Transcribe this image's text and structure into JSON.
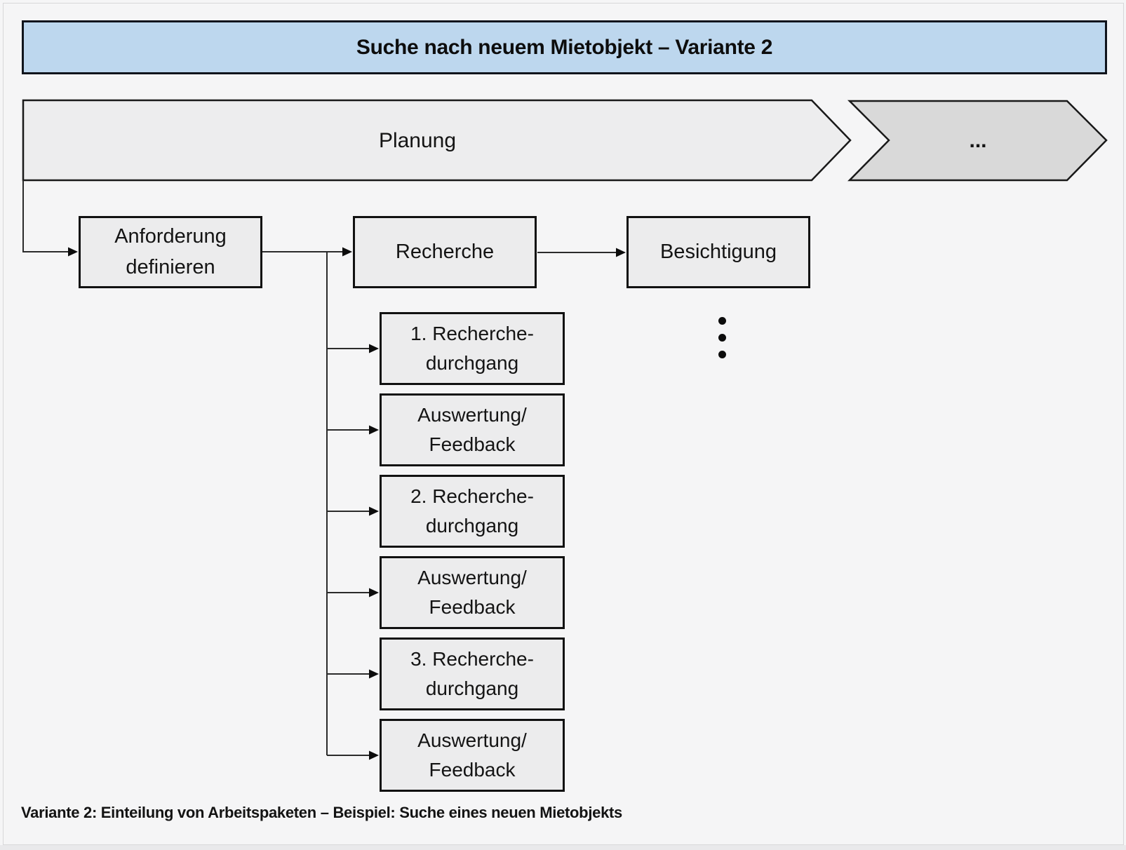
{
  "header": {
    "title": "Suche nach neuem Mietobjekt – Variante 2"
  },
  "phases": [
    {
      "label": "Planung"
    },
    {
      "label": "..."
    }
  ],
  "flow": {
    "main_steps": [
      {
        "lines": [
          "Anforderung",
          "definieren"
        ]
      },
      {
        "lines": [
          "Recherche"
        ]
      },
      {
        "lines": [
          "Besichtigung"
        ]
      }
    ],
    "sub_steps": [
      {
        "line1": "1. Recherche-",
        "line2": "durchgang"
      },
      {
        "line1": "Auswertung/",
        "line2": "Feedback"
      },
      {
        "line1": "2. Recherche-",
        "line2": "durchgang"
      },
      {
        "line1": "Auswertung/",
        "line2": "Feedback"
      },
      {
        "line1": "3. Recherche-",
        "line2": "durchgang"
      },
      {
        "line1": "Auswertung/",
        "line2": "Feedback"
      }
    ],
    "continuation_marker": "vertical-ellipsis"
  },
  "caption": "Variante 2: Einteilung von Arbeitspaketen – Beispiel: Suche eines neuen Mietobjekts",
  "colors": {
    "canvas_bg": "#f5f5f6",
    "frame_line": "#d7d7d9",
    "bottom_strip": "#e9e9eb",
    "title_fill": "#bdd7ee",
    "phase_fill": "#ededee",
    "phase_next_fill": "#d9d9d9",
    "box_fill": "#ececed",
    "border_dark": "#111111",
    "connector": "#2b2b2b",
    "text": "#161616"
  }
}
